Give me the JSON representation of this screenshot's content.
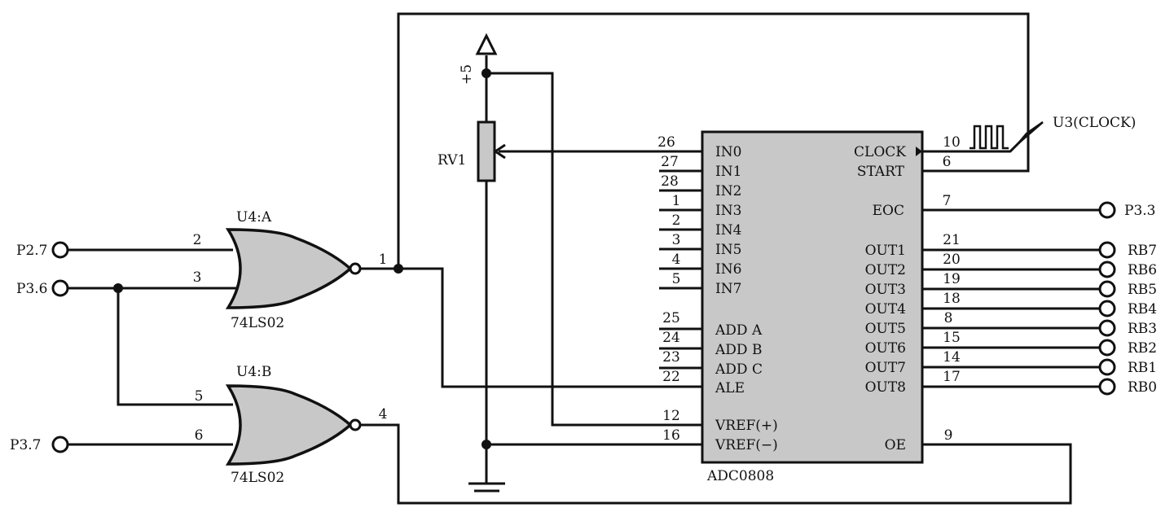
{
  "chip": {
    "name": "ADC0808",
    "left_pins": [
      {
        "num": "26",
        "name": "IN0"
      },
      {
        "num": "27",
        "name": "IN1"
      },
      {
        "num": "28",
        "name": "IN2"
      },
      {
        "num": "1",
        "name": "IN3"
      },
      {
        "num": "2",
        "name": "IN4"
      },
      {
        "num": "3",
        "name": "IN5"
      },
      {
        "num": "4",
        "name": "IN6"
      },
      {
        "num": "5",
        "name": "IN7"
      },
      {
        "num": "25",
        "name": "ADD A"
      },
      {
        "num": "24",
        "name": "ADD B"
      },
      {
        "num": "23",
        "name": "ADD C"
      },
      {
        "num": "22",
        "name": "ALE"
      },
      {
        "num": "12",
        "name": "VREF(+)"
      },
      {
        "num": "16",
        "name": "VREF(−)"
      }
    ],
    "right_pins": [
      {
        "num": "10",
        "name": "CLOCK"
      },
      {
        "num": "6",
        "name": "START"
      },
      {
        "num": "7",
        "name": "EOC"
      },
      {
        "num": "21",
        "name": "OUT1"
      },
      {
        "num": "20",
        "name": "OUT2"
      },
      {
        "num": "19",
        "name": "OUT3"
      },
      {
        "num": "18",
        "name": "OUT4"
      },
      {
        "num": "8",
        "name": "OUT5"
      },
      {
        "num": "15",
        "name": "OUT6"
      },
      {
        "num": "14",
        "name": "OUT7"
      },
      {
        "num": "17",
        "name": "OUT8"
      },
      {
        "num": "9",
        "name": "OE"
      }
    ]
  },
  "outputs": [
    "P3.3",
    "RB7",
    "RB6",
    "RB5",
    "RB4",
    "RB3",
    "RB2",
    "RB1",
    "RB0"
  ],
  "gate_a": {
    "name": "U4:A",
    "part": "74LS02",
    "in1": "2",
    "in2": "3",
    "out": "1"
  },
  "gate_b": {
    "name": "U4:B",
    "part": "74LS02",
    "in1": "5",
    "in2": "6",
    "out": "4"
  },
  "inputs": {
    "p27": "P2.7",
    "p36": "P3.6",
    "p37": "P3.7"
  },
  "pot": {
    "name": "RV1",
    "supply": "+5"
  },
  "clock": {
    "name": "U3(CLOCK)"
  }
}
